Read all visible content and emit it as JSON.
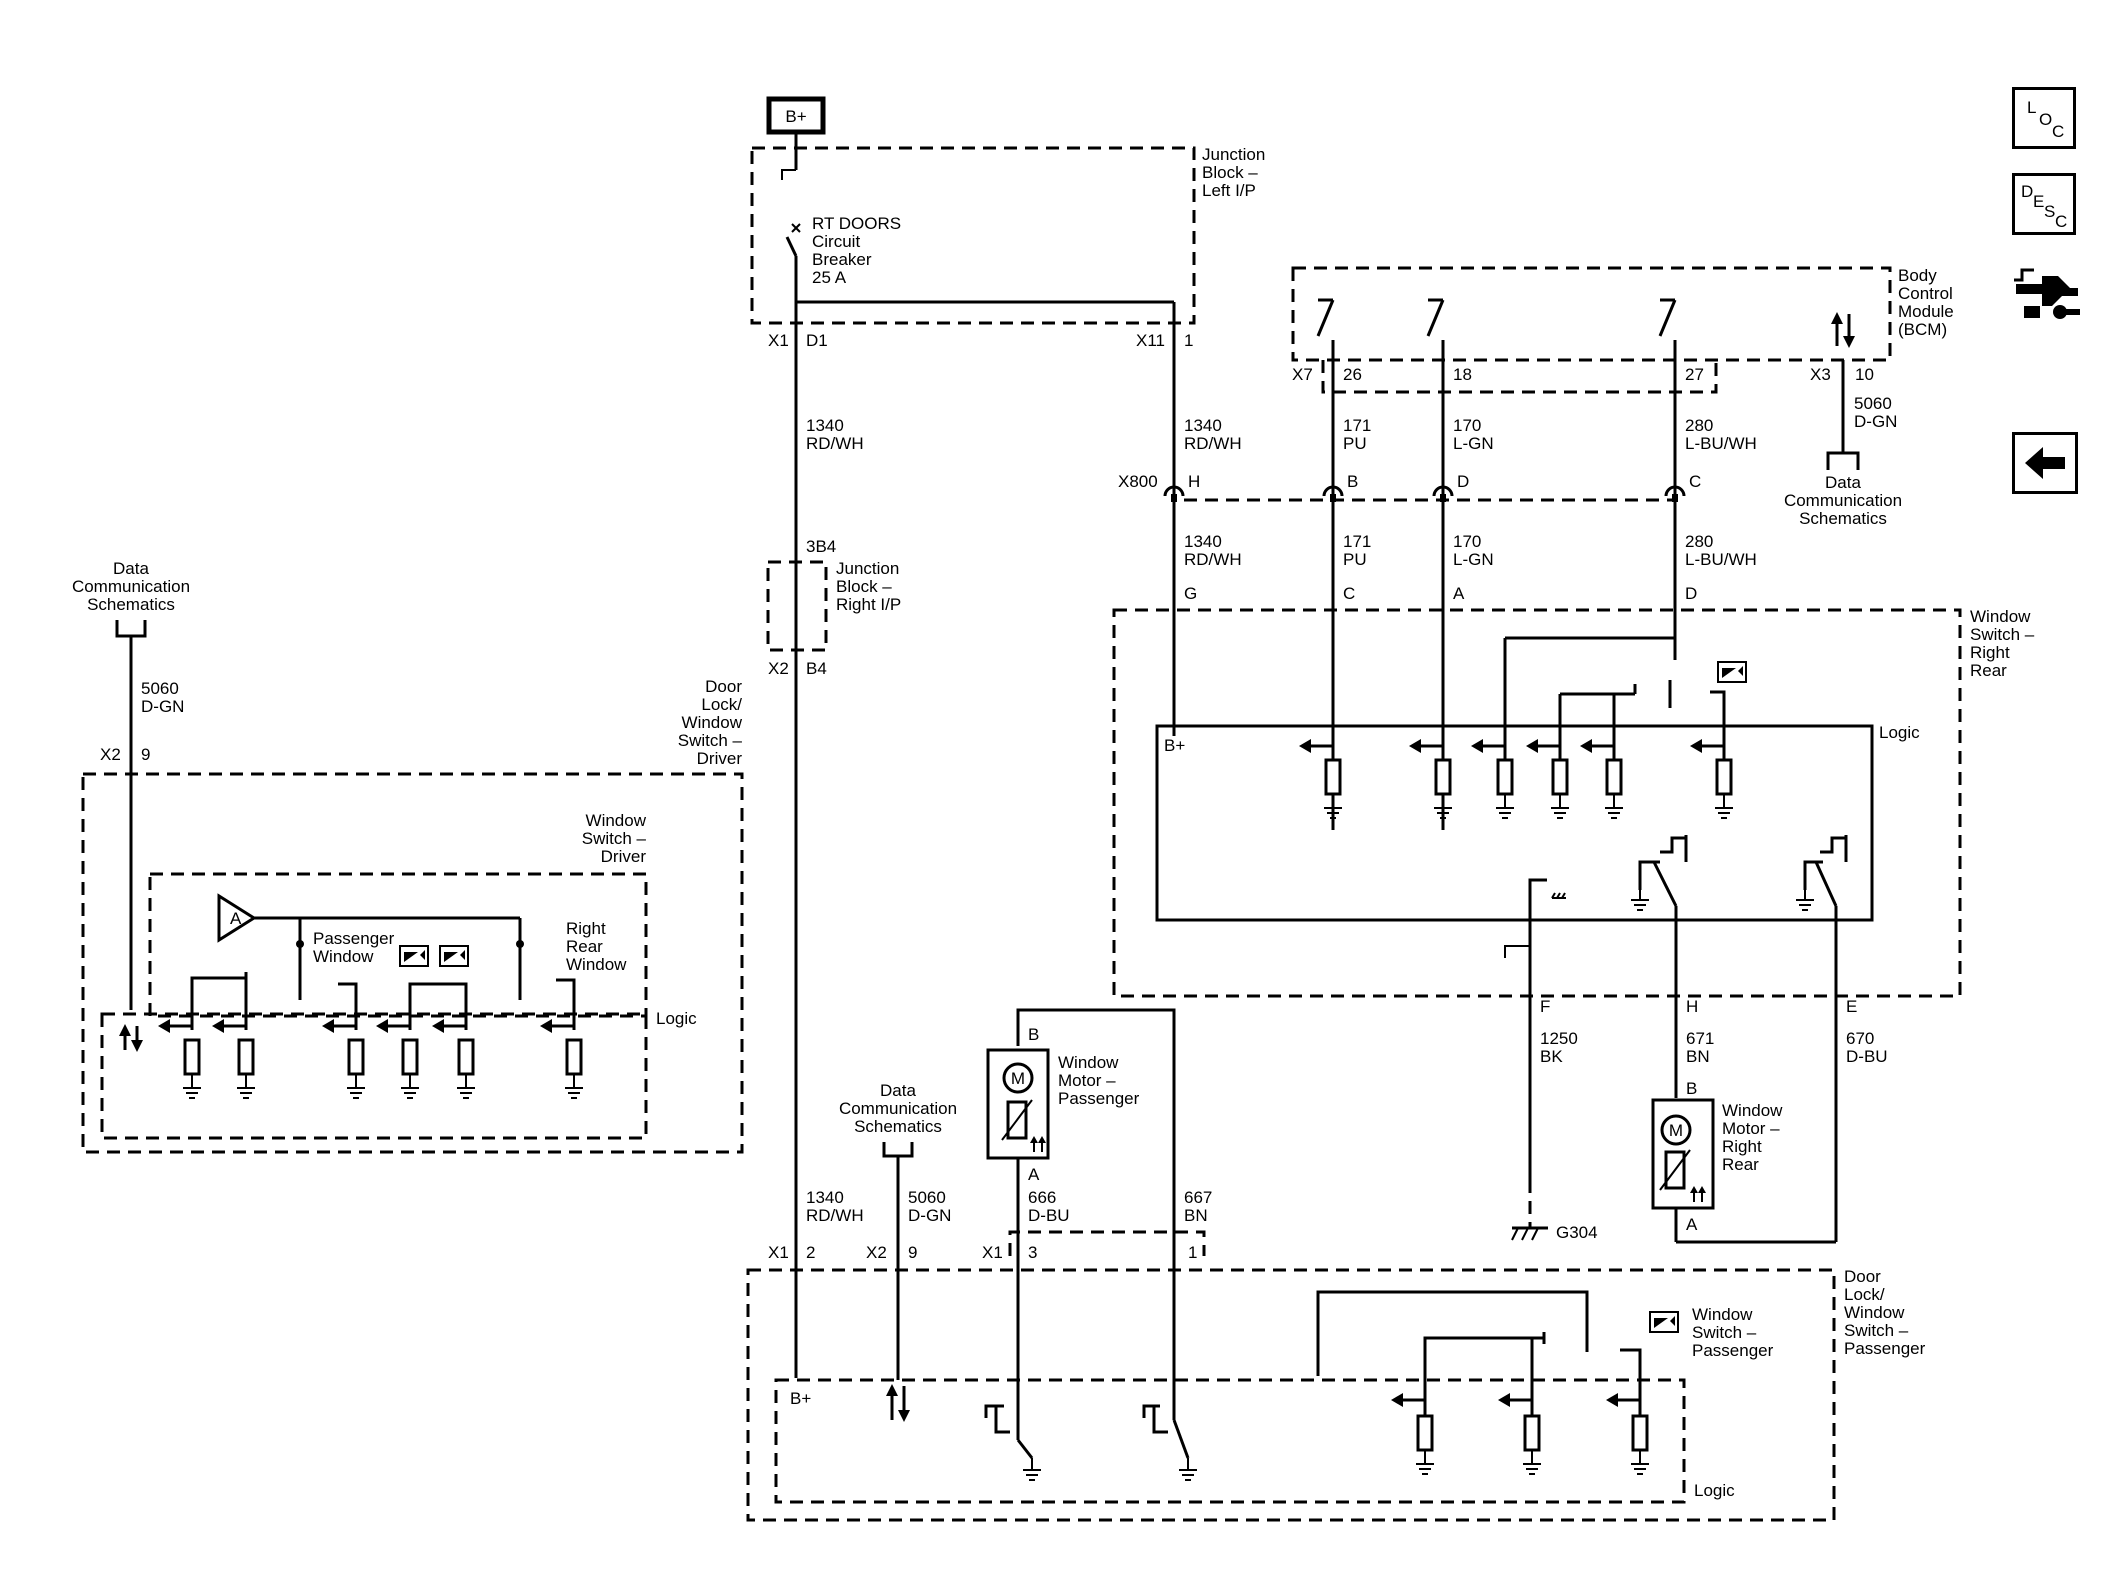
{
  "power": {
    "b_plus": "B+"
  },
  "junction_left": {
    "title": [
      "Junction",
      "Block –",
      "Left I/P"
    ],
    "breaker": [
      "RT DOORS",
      "Circuit",
      "Breaker",
      "25 A"
    ],
    "pins": {
      "x1": "X1",
      "d1": "D1",
      "x11": "X11",
      "p1": "1"
    }
  },
  "junction_right": {
    "pin_top": "3B4",
    "title": [
      "Junction",
      "Block –",
      "Right I/P"
    ],
    "pins": {
      "x2": "X2",
      "b4": "B4"
    }
  },
  "bcm": {
    "title": [
      "Body",
      "Control",
      "Module",
      "(BCM)"
    ],
    "pins": {
      "x7": "X7",
      "p26": "26",
      "p18": "18",
      "p27": "27",
      "x3": "X3",
      "p10": "10"
    }
  },
  "wires": {
    "w1340a": [
      "1340",
      "RD/WH"
    ],
    "w1340b": [
      "1340",
      "RD/WH"
    ],
    "w1340c": [
      "1340",
      "RD/WH"
    ],
    "w1340d": [
      "1340",
      "RD/WH"
    ],
    "w171a": [
      "171",
      "PU"
    ],
    "w171b": [
      "171",
      "PU"
    ],
    "w170a": [
      "170",
      "L-GN"
    ],
    "w170b": [
      "170",
      "L-GN"
    ],
    "w280a": [
      "280",
      "L-BU/WH"
    ],
    "w280b": [
      "280",
      "L-BU/WH"
    ],
    "w5060a": [
      "5060",
      "D-GN"
    ],
    "w5060b": [
      "5060",
      "D-GN"
    ],
    "w5060c": [
      "5060",
      "D-GN"
    ],
    "w1250": [
      "1250",
      "BK"
    ],
    "w671": [
      "671",
      "BN"
    ],
    "w670": [
      "670",
      "D-BU"
    ],
    "w666": [
      "666",
      "D-BU"
    ],
    "w667": [
      "667",
      "BN"
    ]
  },
  "connector_x800": {
    "name": "X800",
    "h": "H",
    "b": "B",
    "d": "D",
    "c": "C"
  },
  "data_comm": {
    "right": [
      "Data",
      "Communication",
      "Schematics"
    ],
    "left": [
      "Data",
      "Communication",
      "Schematics"
    ],
    "bottom": [
      "Data",
      "Communication",
      "Schematics"
    ]
  },
  "ws_right_rear": {
    "title": [
      "Window",
      "Switch –",
      "Right",
      "Rear"
    ],
    "pins": {
      "g": "G",
      "c": "C",
      "a": "A",
      "d": "D",
      "f": "F",
      "h": "H",
      "e": "E"
    },
    "logic": "Logic",
    "bplus": "B+"
  },
  "door_driver": {
    "title": [
      "Door",
      "Lock/",
      "Window",
      "Switch –",
      "Driver"
    ],
    "pins": {
      "x2": "X2",
      "p9": "9"
    },
    "sub_title": [
      "Window",
      "Switch –",
      "Driver"
    ],
    "passenger": [
      "Passenger",
      "Window"
    ],
    "right_rear": [
      "Right",
      "Rear",
      "Window"
    ],
    "logic": "Logic",
    "amp": "A"
  },
  "motor_passenger": {
    "title": [
      "Window",
      "Motor –",
      "Passenger"
    ],
    "pin_b": "B",
    "pin_a": "A",
    "m": "M"
  },
  "motor_right_rear": {
    "title": [
      "Window",
      "Motor –",
      "Right",
      "Rear"
    ],
    "pin_b": "B",
    "pin_a": "A",
    "m": "M"
  },
  "ground": {
    "label": "G304"
  },
  "door_passenger": {
    "title": [
      "Door",
      "Lock/",
      "Window",
      "Switch –",
      "Passenger"
    ],
    "pins": {
      "x1a": "X1",
      "p2": "2",
      "x2": "X2",
      "p9": "9",
      "x1b": "X1",
      "p3": "3",
      "p1": "1"
    },
    "sub_title": [
      "Window",
      "Switch –",
      "Passenger"
    ],
    "logic": "Logic",
    "bplus": "B+"
  },
  "sidebar": {
    "loc": [
      "L",
      "O",
      "C"
    ],
    "desc": [
      "D",
      "E",
      "S",
      "C"
    ]
  }
}
